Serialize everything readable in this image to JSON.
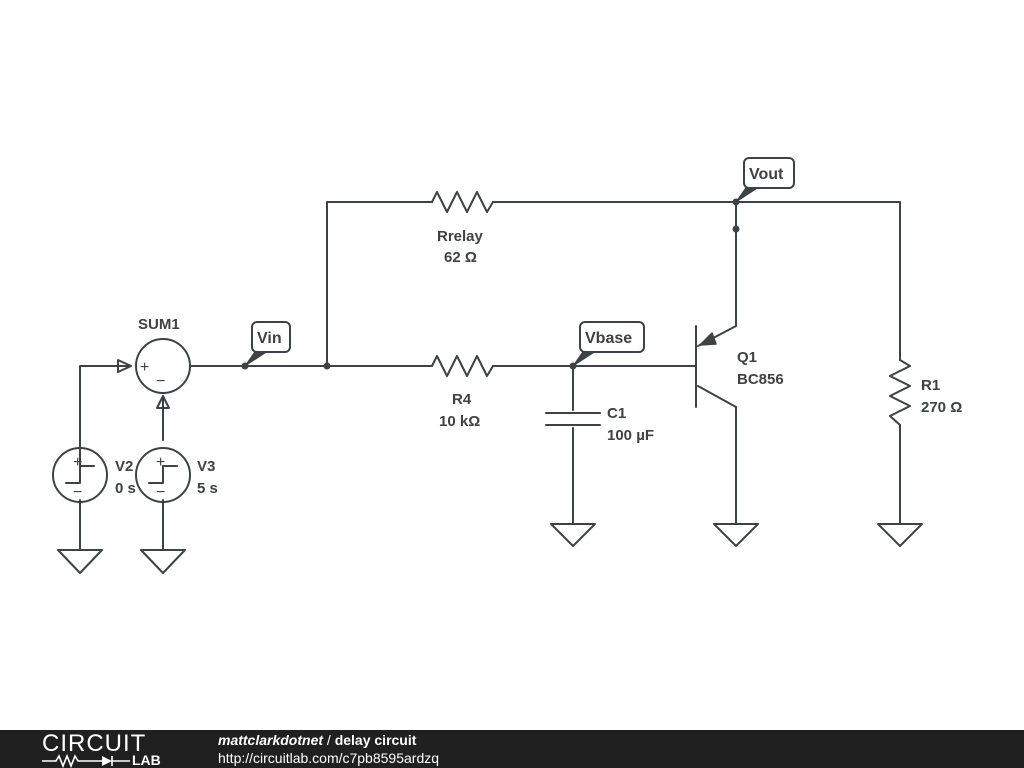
{
  "schematic": {
    "components": {
      "sum1": {
        "name": "SUM1",
        "plus": "+",
        "minus": "−"
      },
      "v2": {
        "name": "V2",
        "value": "0 s",
        "plus": "+",
        "minus": "−"
      },
      "v3": {
        "name": "V3",
        "value": "5 s",
        "plus": "+",
        "minus": "−"
      },
      "rrelay": {
        "name": "Rrelay",
        "value": "62 Ω"
      },
      "r4": {
        "name": "R4",
        "value": "10 kΩ"
      },
      "c1": {
        "name": "C1",
        "value": "100 µF"
      },
      "q1": {
        "name": "Q1",
        "value": "BC856"
      },
      "r1": {
        "name": "R1",
        "value": "270 Ω"
      }
    },
    "net_labels": {
      "vin": "Vin",
      "vbase": "Vbase",
      "vout": "Vout"
    }
  },
  "footer": {
    "logo_top": "CIRCUIT",
    "logo_bottom": "LAB",
    "owner": "mattclarkdotnet",
    "separator": " / ",
    "title": "delay circuit",
    "url": "http://circuitlab.com/c7pb8595ardzq"
  }
}
